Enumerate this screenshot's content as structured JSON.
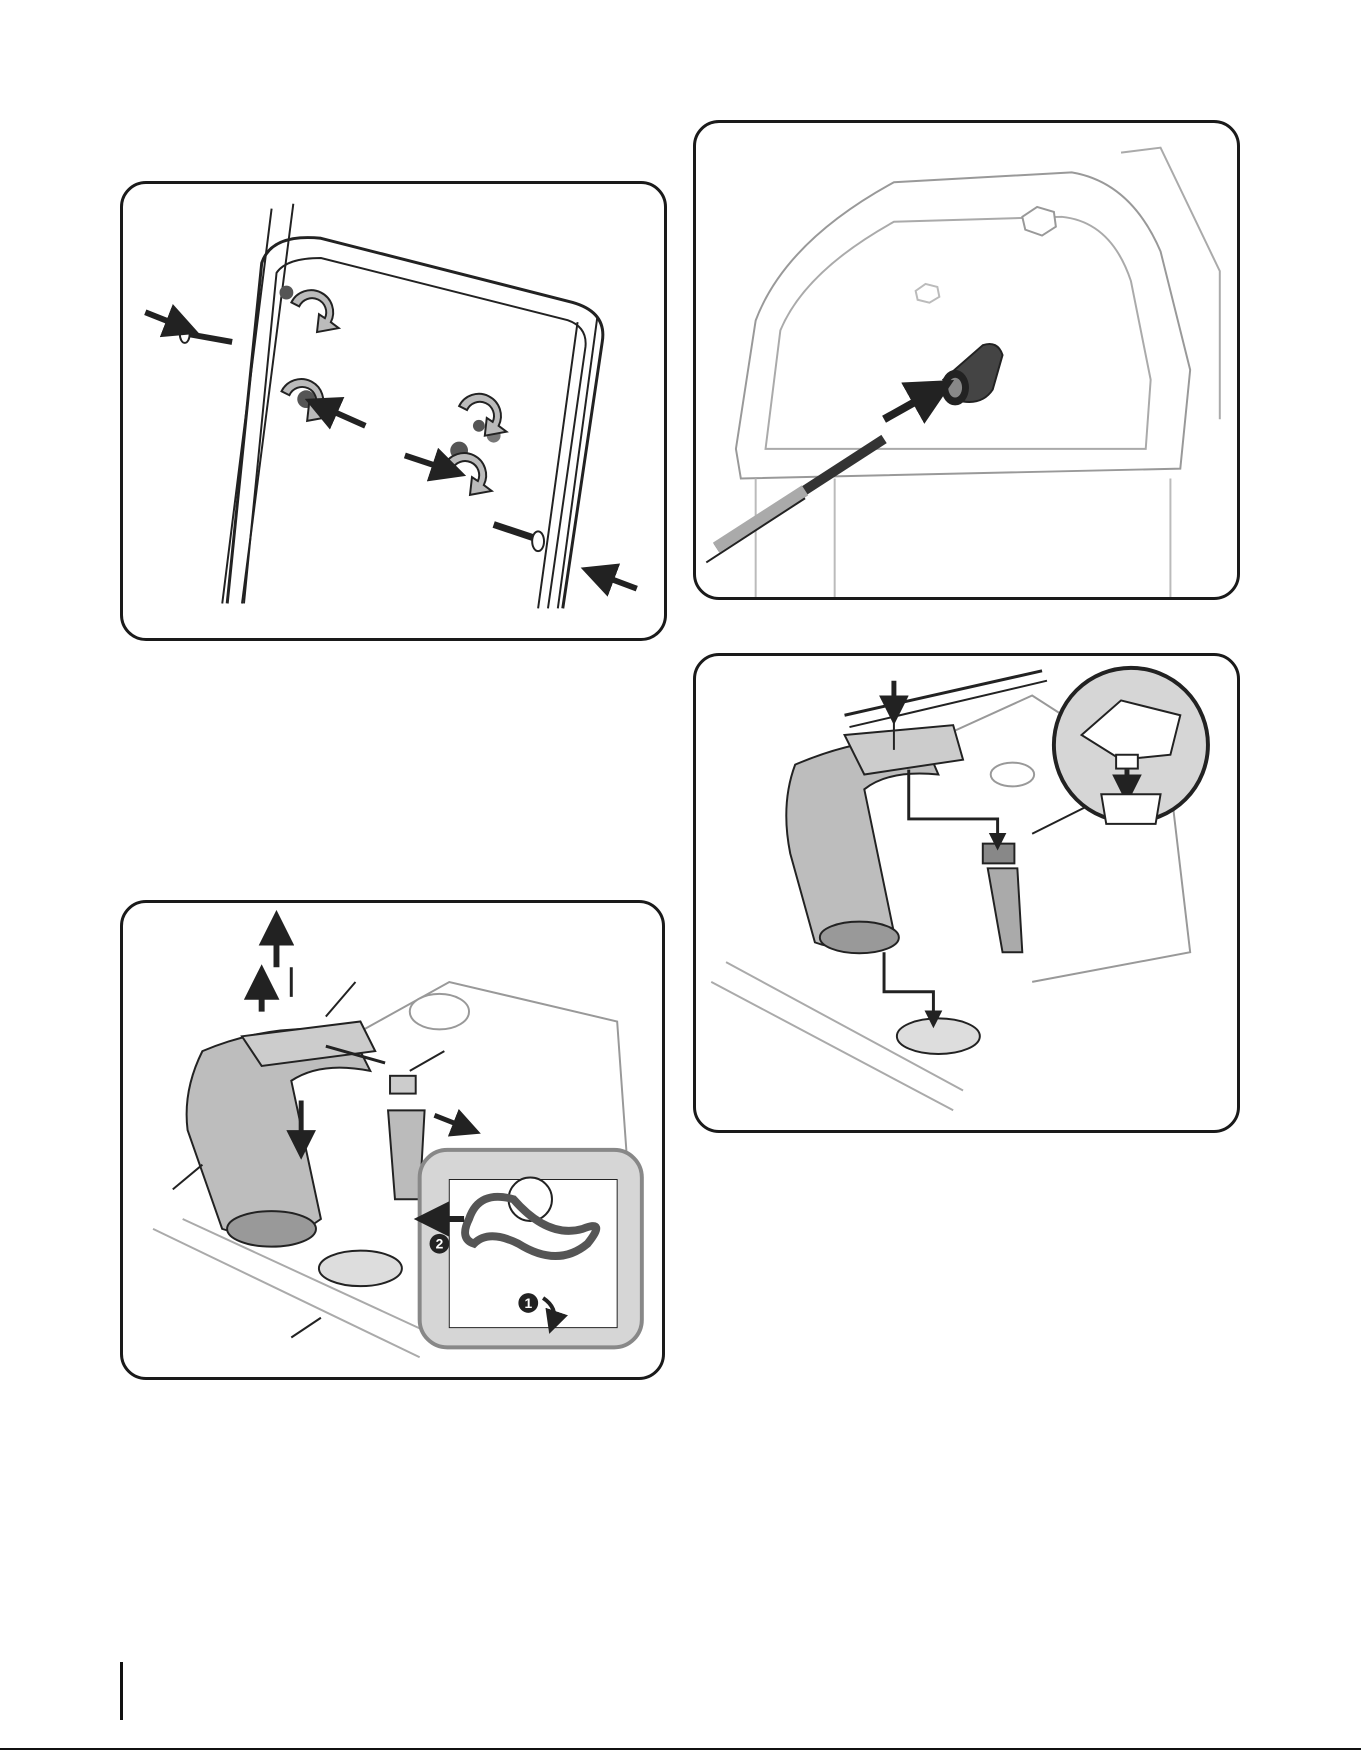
{
  "page": {
    "background": "#ffffff",
    "line_color": "#1a1a1a",
    "panel_gray": "#c9c9c9",
    "figures": [
      {
        "name": "handle-assembly-figure",
        "icons": [
          "arrow-icon",
          "rotate-arrow-icon",
          "bolt-icon",
          "nut-icon"
        ]
      },
      {
        "name": "chute-rod-insertion-figure",
        "icons": [
          "arrow-icon",
          "rod-icon",
          "coupler-icon"
        ]
      },
      {
        "name": "chute-removal-figure",
        "icons": [
          "arrow-icon",
          "hairpin-clip-icon",
          "step-badge-icon"
        ],
        "inset_steps": [
          "1",
          "2"
        ]
      },
      {
        "name": "chute-installation-figure",
        "icons": [
          "arrow-icon",
          "bracket-icon",
          "magnifier-inset-icon"
        ]
      }
    ]
  }
}
